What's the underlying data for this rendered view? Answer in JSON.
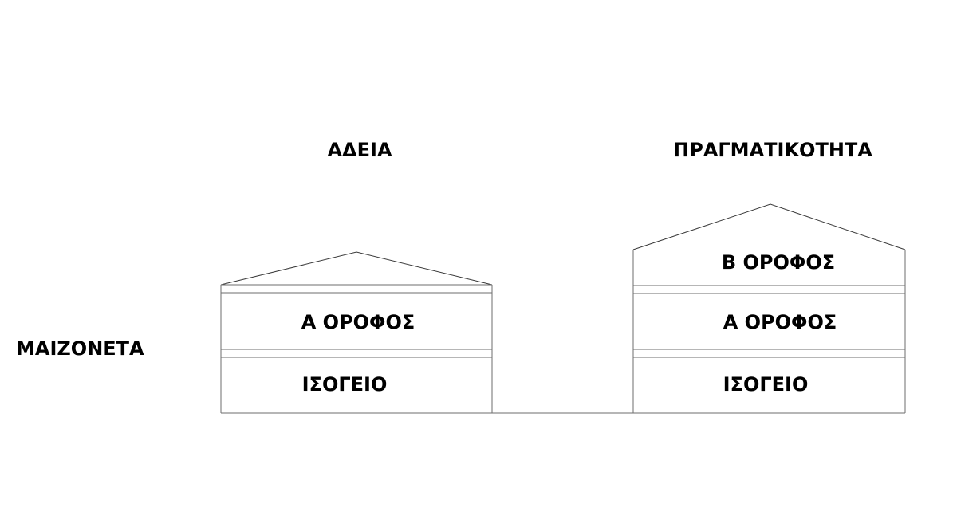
{
  "labels": {
    "permit": "ΑΔΕΙΑ",
    "reality": "ΠΡΑΓΜΑΤΙΚΟΤΗΤΑ",
    "maisonette": "ΜΑΙΖΟΝΕΤΑ"
  },
  "permit_building": {
    "first_floor": "Α ΟΡΟΦΟΣ",
    "ground_floor": "ΙΣΟΓΕΙΟ"
  },
  "reality_building": {
    "second_floor": "Β ΟΡΟΦΟΣ",
    "first_floor": "Α ΟΡΟΦΟΣ",
    "ground_floor": "ΙΣΟΓΕΙΟ"
  }
}
